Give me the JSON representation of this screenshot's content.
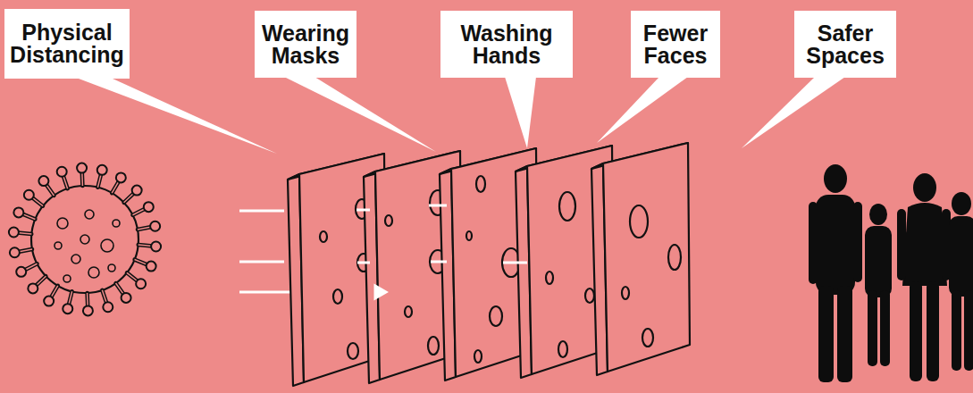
{
  "diagram": {
    "nodes": [
      {
        "text": [
          "Physical Distancing"
        ]
      },
      {
        "text": [
          "Wearing Masks"
        ]
      },
      {
        "text": [
          "Washing Hands"
        ]
      },
      {
        "text": [
          "Fewer Faces"
        ]
      },
      {
        "text": [
          "Safer Spaces"
        ]
      }
    ]
  }
}
